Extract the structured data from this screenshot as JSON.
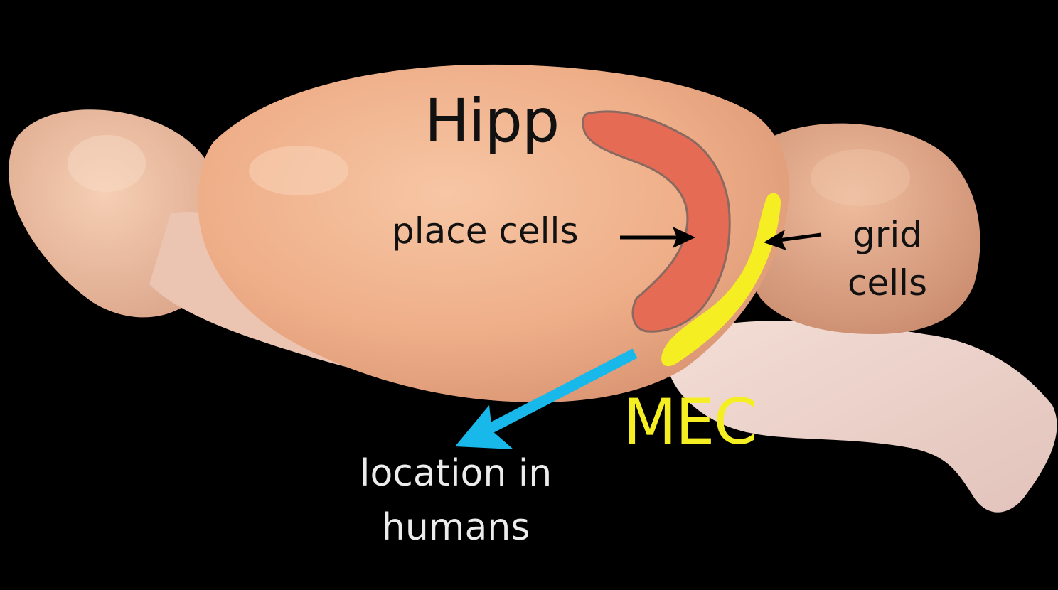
{
  "labels": {
    "hipp": "Hipp",
    "place_cells": "place cells",
    "grid_line1": "grid",
    "grid_line2": "cells",
    "mec": "MEC",
    "location_line1": "location in",
    "location_line2": "humans"
  },
  "colors": {
    "background": "#000000",
    "brain": "#f0b38f",
    "hippocampus_region": "#e56b55",
    "mec_region": "#f4ee23",
    "human_location_arrow": "#19b8ea",
    "pointer_arrows": "#000000"
  }
}
